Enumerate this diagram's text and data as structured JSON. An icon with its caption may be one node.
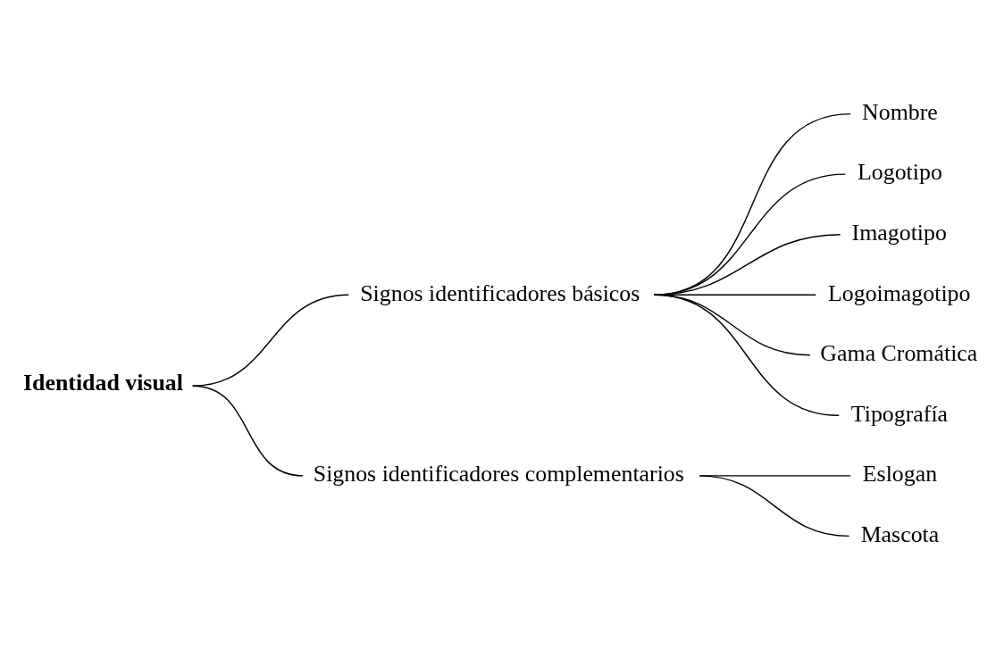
{
  "diagram": {
    "nodes": [
      {
        "text": [
          "Identidad visual"
        ]
      },
      {
        "text": [
          "Signos identificadores básicos"
        ]
      },
      {
        "text": [
          "Nombre"
        ]
      },
      {
        "text": [
          "Logotipo"
        ]
      },
      {
        "text": [
          "Imagotipo"
        ]
      },
      {
        "text": [
          "Logoimagotipo"
        ]
      },
      {
        "text": [
          "Gama Cromática"
        ]
      },
      {
        "text": [
          "Tipografía"
        ]
      },
      {
        "text": [
          "Signos identificadores complementarios"
        ]
      },
      {
        "text": [
          "Eslogan"
        ]
      },
      {
        "text": [
          "Mascota"
        ]
      }
    ],
    "edges": [
      {
        "from": 0,
        "to": 1,
        "arrow": "none"
      },
      {
        "from": 0,
        "to": 8,
        "arrow": "none"
      },
      {
        "from": 1,
        "to": 2,
        "arrow": "none"
      },
      {
        "from": 1,
        "to": 3,
        "arrow": "none"
      },
      {
        "from": 1,
        "to": 4,
        "arrow": "none"
      },
      {
        "from": 1,
        "to": 5,
        "arrow": "none"
      },
      {
        "from": 1,
        "to": 6,
        "arrow": "none"
      },
      {
        "from": 1,
        "to": 7,
        "arrow": "none"
      },
      {
        "from": 8,
        "to": 9,
        "arrow": "none"
      },
      {
        "from": 8,
        "to": 10,
        "arrow": "none"
      }
    ]
  }
}
